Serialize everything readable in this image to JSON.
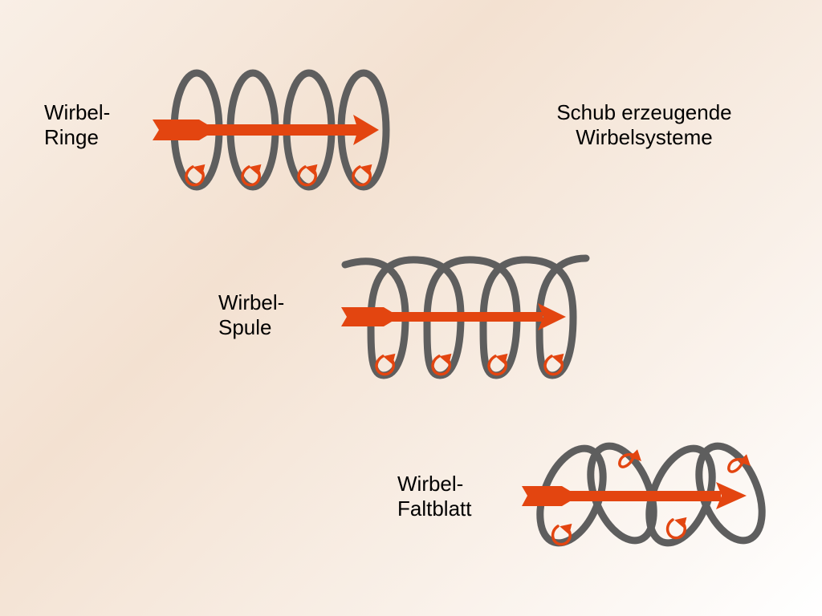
{
  "title": {
    "line1": "Schub erzeugende",
    "line2": "Wirbelsysteme"
  },
  "systems": [
    {
      "id": "ringe",
      "label_line1": "Wirbel-",
      "label_line2": "Ringe"
    },
    {
      "id": "spule",
      "label_line1": "Wirbel-",
      "label_line2": "Spule"
    },
    {
      "id": "faltblatt",
      "label_line1": "Wirbel-",
      "label_line2": "Faltblatt"
    }
  ],
  "colors": {
    "vortex": "#5e5e5e",
    "arrow": "#e34510",
    "background_warm": "#f3e1d1",
    "background_light": "#ffffff"
  },
  "icons": [
    "thrust-arrow",
    "rotation-curl"
  ]
}
